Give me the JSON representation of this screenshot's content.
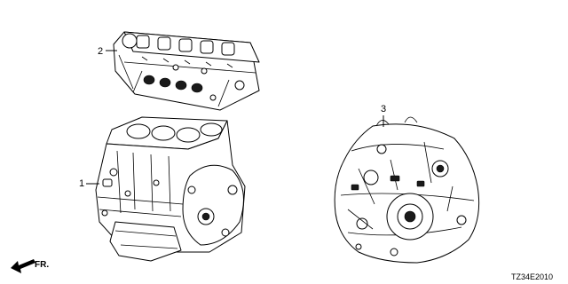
{
  "parts": [
    {
      "callout": "1",
      "name": "engine block"
    },
    {
      "callout": "2",
      "name": "cylinder head"
    },
    {
      "callout": "3",
      "name": "transmission"
    }
  ],
  "direction_label": "FR.",
  "diagram_code": "TZ34E2010",
  "icons": {
    "direction": "front-arrow-icon"
  }
}
